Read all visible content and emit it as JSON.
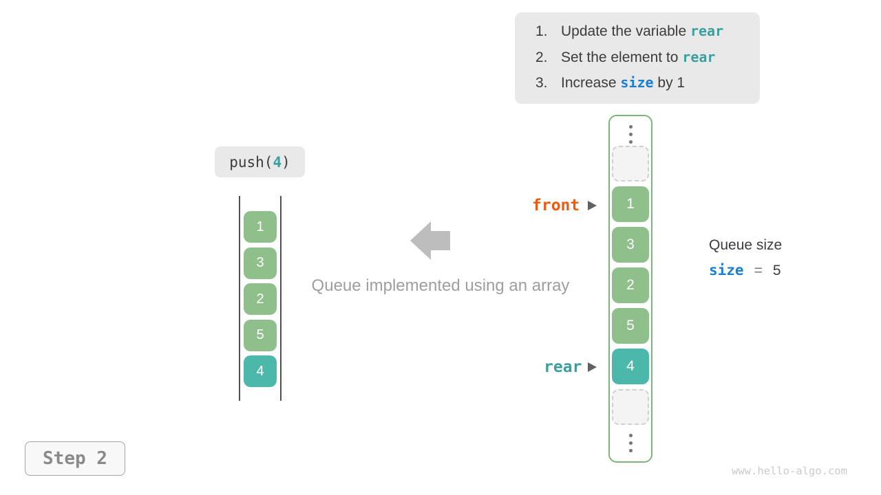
{
  "instructions": {
    "items": [
      {
        "num": "1.",
        "pre": "Update the variable ",
        "code": "rear",
        "post": ""
      },
      {
        "num": "2.",
        "pre": "Set the element to ",
        "code": "rear",
        "post": ""
      },
      {
        "num": "3.",
        "pre": "Increase ",
        "code": "size",
        "post": " by 1"
      }
    ]
  },
  "push_label": {
    "fn": "push(",
    "arg": "4",
    "close": ")"
  },
  "stack": {
    "values": [
      "1",
      "3",
      "2",
      "5",
      "4"
    ]
  },
  "array": {
    "values": [
      "1",
      "3",
      "2",
      "5",
      "4"
    ]
  },
  "pointers": {
    "front": "front",
    "rear": "rear"
  },
  "queue_size": {
    "title": "Queue size",
    "variable": "size",
    "equals": "=",
    "value": "5"
  },
  "caption": "Queue implemented using an array",
  "step_label": "Step 2",
  "watermark": "www.hello-algo.com",
  "colors": {
    "cell_green": "#8fbf8b",
    "cell_teal": "#4cb8ab",
    "front_orange": "#ed5c0e",
    "code_teal": "#399f9f",
    "code_blue": "#1a7fd4",
    "container_border_green": "#7ab87a",
    "note_box_gray": "#e9e9e9"
  }
}
